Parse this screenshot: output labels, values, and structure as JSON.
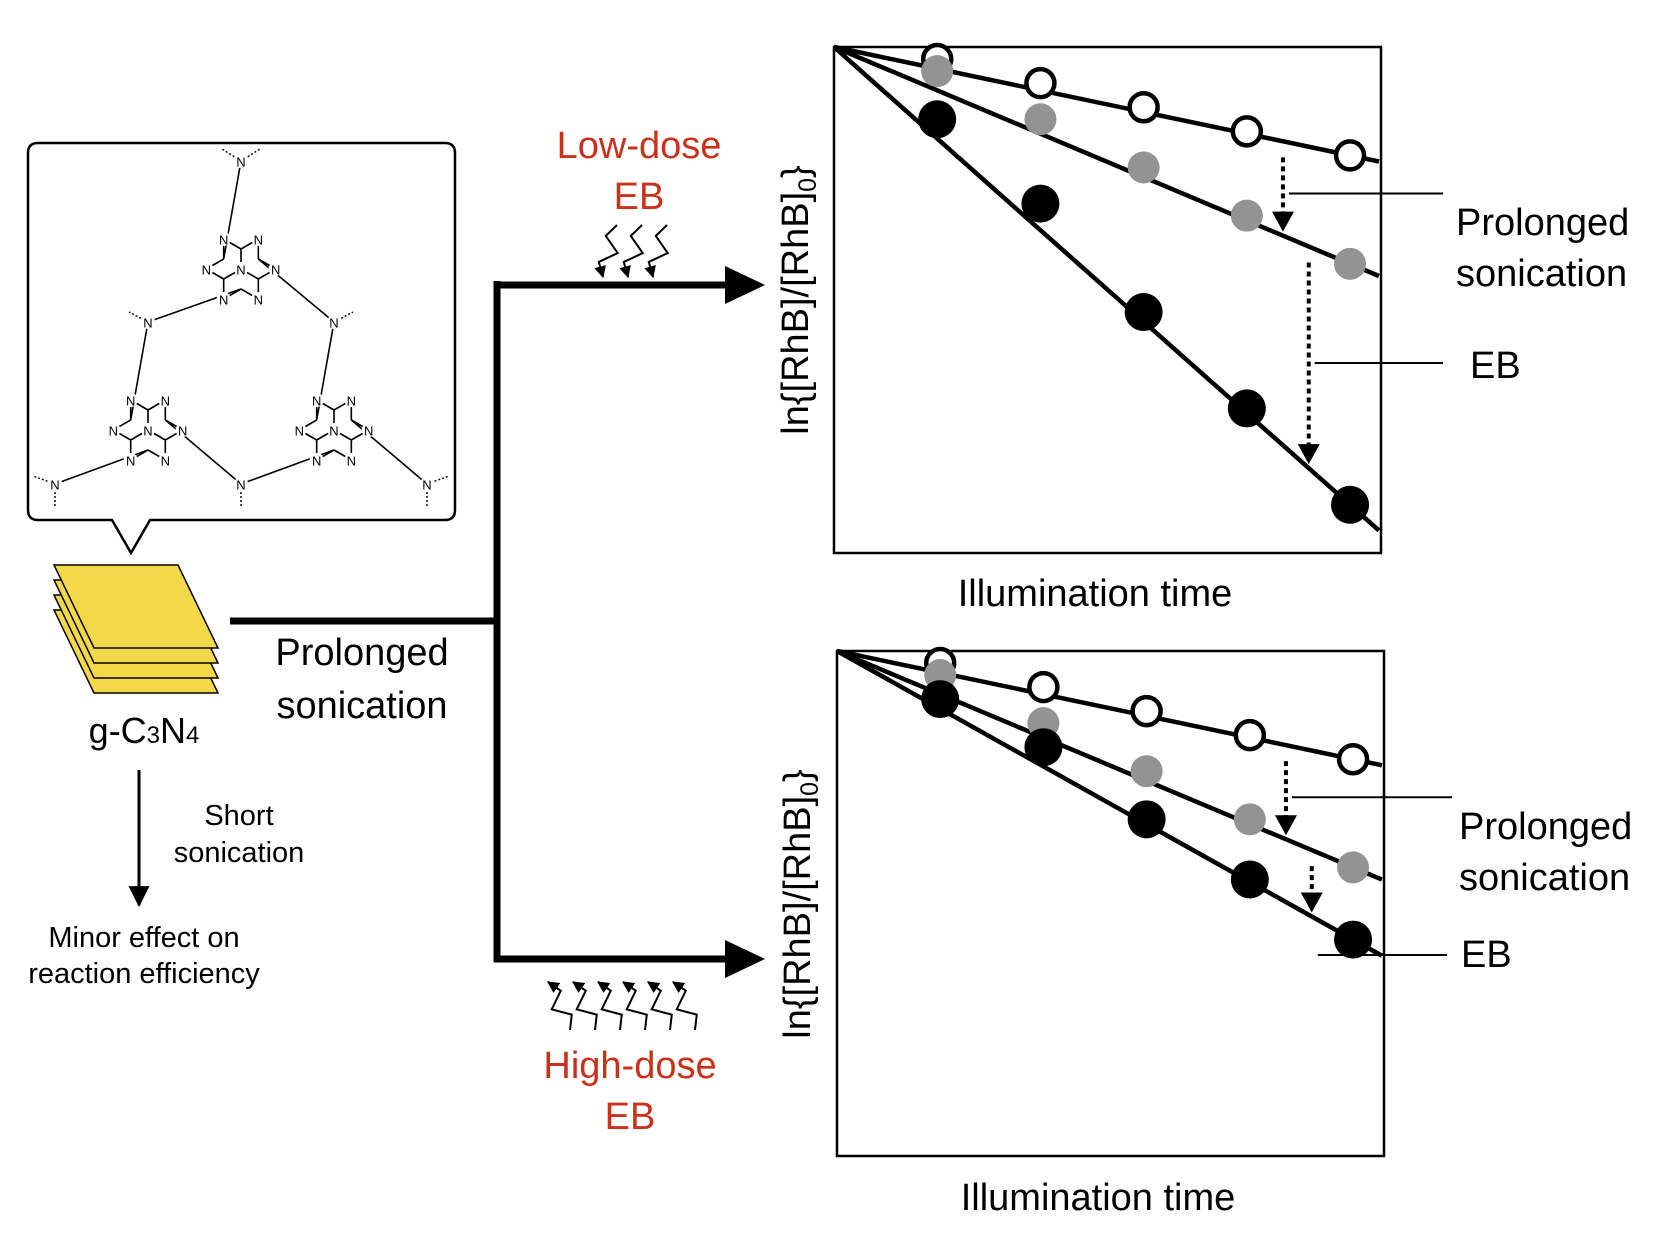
{
  "material": {
    "label": "g-C3N4",
    "label_main": "g-C",
    "label_sub3": "3",
    "label_n": "N",
    "label_sub4": "4",
    "sheet_color": "#F5D84A",
    "atom_symbol": "N"
  },
  "short_path": {
    "label_line1": "Short",
    "label_line2": "sonication",
    "result_line1": "Minor effect on",
    "result_line2": "reaction efficiency"
  },
  "prolonged_path": {
    "label_line1": "Prolonged",
    "label_line2": "sonication"
  },
  "low_dose": {
    "line1": "Low-dose",
    "line2": "EB",
    "color": "#C9311B"
  },
  "high_dose": {
    "line1": "High-dose",
    "line2": "EB",
    "color": "#C9311B"
  },
  "plots": {
    "ylabel": "ln{[RhB]/[RhB]0}",
    "ylabel_main": "ln{[RhB]/[RhB]",
    "ylabel_sub": "0",
    "ylabel_end": "}",
    "xlabel": "Illumination time",
    "annot_sonication_1": "Prolonged",
    "annot_sonication_2": "sonication",
    "annot_eb": "EB"
  },
  "chart_data": [
    {
      "type": "scatter",
      "title": "",
      "xlabel": "Illumination time",
      "ylabel": "ln{[RhB]/[RhB]0}",
      "x": [
        1,
        2,
        3,
        4,
        5
      ],
      "series": [
        {
          "style": "open",
          "color": "#ffffff",
          "values": [
            -0.1,
            -0.3,
            -0.5,
            -0.7,
            -0.9
          ]
        },
        {
          "style": "gray",
          "color": "#939393",
          "values": [
            -0.2,
            -0.6,
            -1.0,
            -1.4,
            -1.8
          ]
        },
        {
          "style": "filled",
          "color": "#000000",
          "values": [
            -0.6,
            -1.3,
            -2.2,
            -3.0,
            -3.8
          ]
        }
      ],
      "xlim": [
        0,
        5.3
      ],
      "ylim": [
        -4.2,
        0
      ]
    },
    {
      "type": "scatter",
      "title": "",
      "xlabel": "Illumination time",
      "ylabel": "ln{[RhB]/[RhB]0}",
      "x": [
        1,
        2,
        3,
        4,
        5
      ],
      "series": [
        {
          "style": "open",
          "color": "#ffffff",
          "values": [
            -0.1,
            -0.3,
            -0.5,
            -0.7,
            -0.9
          ]
        },
        {
          "style": "gray",
          "color": "#939393",
          "values": [
            -0.2,
            -0.6,
            -1.0,
            -1.4,
            -1.8
          ]
        },
        {
          "style": "filled",
          "color": "#000000",
          "values": [
            -0.4,
            -0.8,
            -1.4,
            -1.9,
            -2.4
          ]
        }
      ],
      "xlim": [
        0,
        5.3
      ],
      "ylim": [
        -4.2,
        0
      ]
    }
  ]
}
